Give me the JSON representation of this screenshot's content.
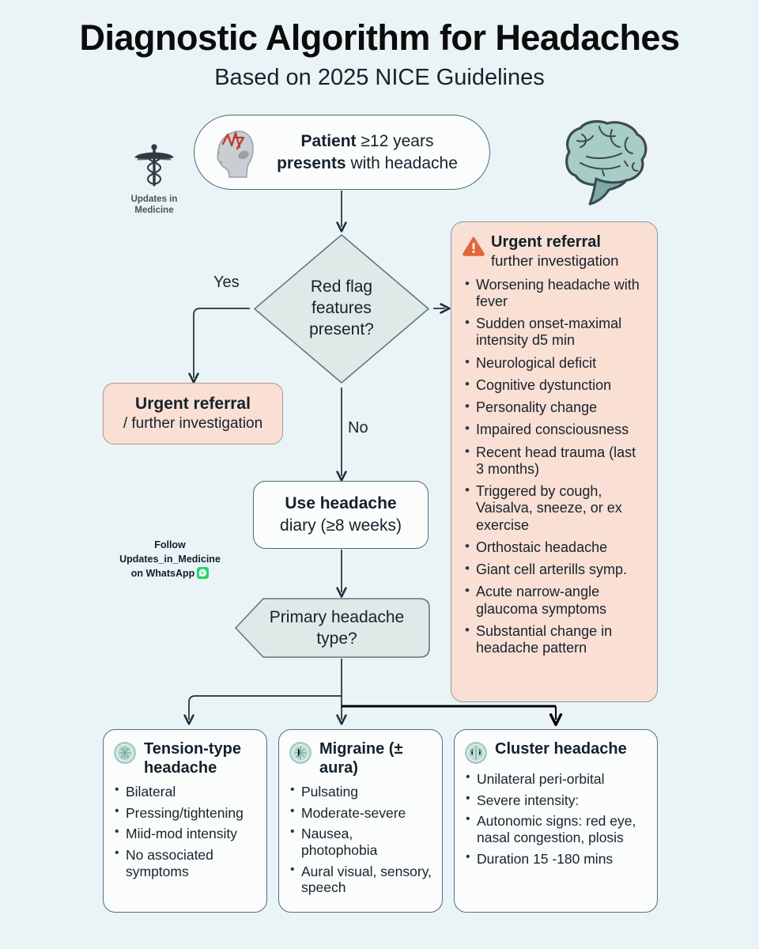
{
  "header": {
    "title": "Diagnostic Algorithm for Headaches",
    "subtitle": "Based on 2025 NICE Guidelines"
  },
  "branding": {
    "logo_icon": "caduceus-icon",
    "logo_line1": "Updates in",
    "logo_line2": "Medicine",
    "brain_icon": "brain-illustration",
    "follow_line1": "Follow",
    "follow_line2": "Updates_in_Medicine",
    "follow_line3": "on WhatsApp",
    "whatsapp_icon": "whatsapp-icon"
  },
  "flow": {
    "start": {
      "icon": "head-pain-icon",
      "text_bold_1": "Patient",
      "text_normal_1": " ≥12 years",
      "text_bold_2": "presents",
      "text_normal_2": " with headache"
    },
    "decision": {
      "line1": "Red flag",
      "line2": "features",
      "line3": "present?"
    },
    "edge_yes": "Yes",
    "edge_no": "No",
    "urgent_box": {
      "line1": "Urgent referral",
      "line2": "/ further investigation"
    },
    "diary": {
      "line1": "Use headache",
      "line2": "diary (≥8 weeks)"
    },
    "type_question": {
      "line1": "Primary headache",
      "line2": "type?"
    }
  },
  "red_flag_panel": {
    "icon": "warning-triangle-icon",
    "heading_1": "Urgent referral",
    "heading_2": "further investigation",
    "items": [
      "Worsening headache with fever",
      "Sudden onset-maximal intensity d5 min",
      "Neurological deficit",
      "Cognitive dystunction",
      "Personality change",
      "Impaired consciousness",
      "Recent head trauma (last 3 months)",
      "Triggered by cough, Vaisalva, sneeze, or ex exercise",
      "Orthostaic headache",
      "Giant cell arterills symp.",
      "Acute narrow-angle glaucoma symptoms",
      "Substantial change in headache pattern"
    ]
  },
  "outcome_cards": [
    {
      "icon": "brain-circle-icon",
      "title": "Tension-type headache",
      "items": [
        "Bilateral",
        "Pressing/tightening",
        "Miid-mod intensity",
        "No associated symptoms"
      ]
    },
    {
      "icon": "brain-circle-icon",
      "title": "Migraine (± aura)",
      "items": [
        "Pulsating",
        "Moderate-severe",
        "Nausea, photophobia",
        "Aural visual, sensory, speech"
      ]
    },
    {
      "icon": "brain-circle-icon",
      "title": "Cluster headache",
      "items": [
        "Unilateral peri-orbital",
        "Severe intensity:",
        "Autonomic signs: red eye, nasal congestion, plosis",
        "Duration 15 -180 mins"
      ]
    }
  ],
  "colors": {
    "background": "#eaf4f6",
    "node_fill": "#fbfcfc",
    "node_border": "#4a6b72",
    "decision_fill": "#dfe9e8",
    "alert_fill": "#fadfd5",
    "alert_icon": "#e0663c",
    "brain_teal": "#a8ccc6",
    "whatsapp_green": "#25d366"
  }
}
